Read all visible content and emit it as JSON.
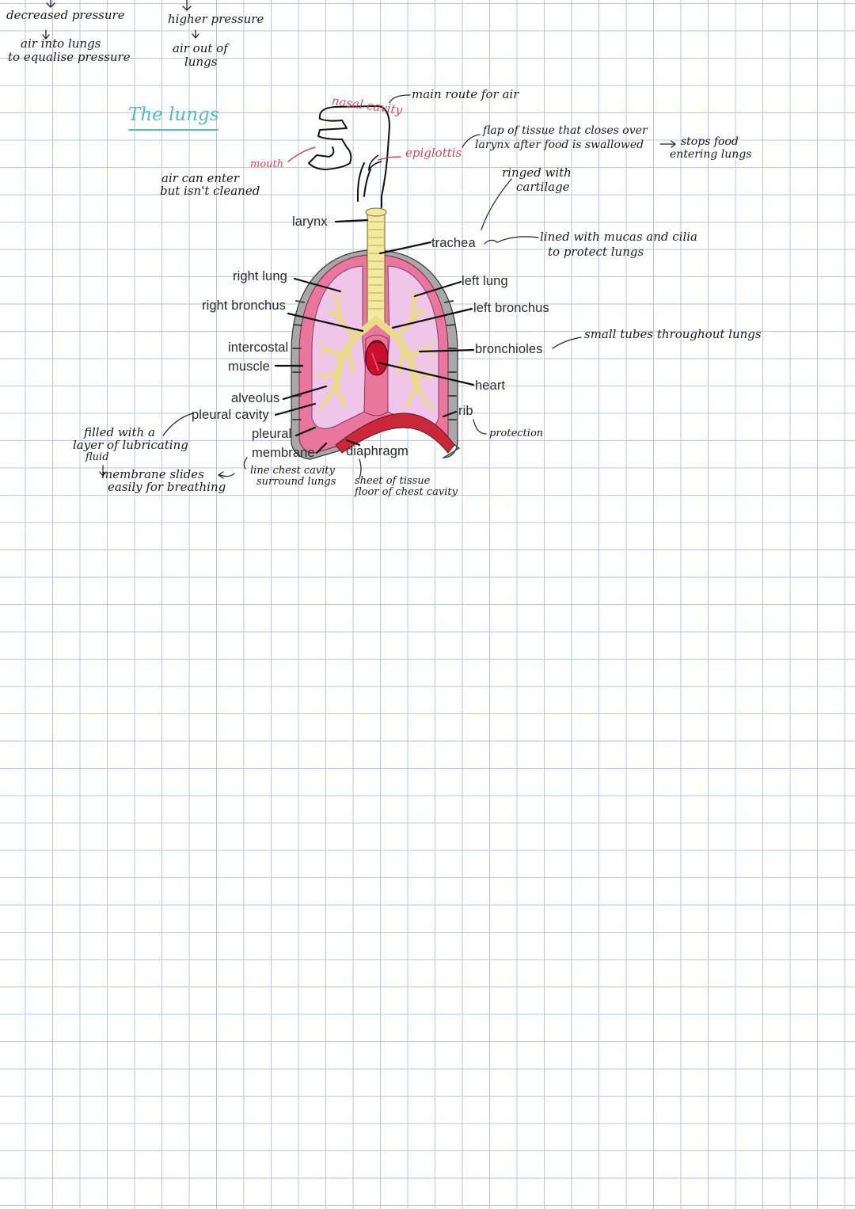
{
  "top_notes": {
    "decreased": "decreased pressure",
    "air_into_1": "air into lungs",
    "air_into_2": "to equalise pressure",
    "higher": "higher pressure",
    "air_out_1": "air out of",
    "air_out_2": "lungs"
  },
  "title": "The lungs",
  "upper_airway": {
    "nasal_cavity": "nasal cavity",
    "nasal_note": "main route for air",
    "mouth": "mouth",
    "mouth_note_1": "air can enter",
    "mouth_note_2": "but isn't cleaned",
    "epiglottis": "epiglottis",
    "epiglottis_note_1": "flap of tissue that closes over",
    "epiglottis_note_2": "larynx after food is swallowed",
    "epiglottis_note_3": "stops food",
    "epiglottis_note_4": "entering lungs"
  },
  "labels": {
    "larynx": "larynx",
    "trachea": "trachea",
    "right_lung": "right lung",
    "left_lung": "left lung",
    "right_bronchus": "right bronchus",
    "left_bronchus": "left bronchus",
    "intercostal_1": "intercostal",
    "intercostal_2": "muscle",
    "bronchioles": "bronchioles",
    "heart": "heart",
    "alveolus": "alveolus",
    "pleural_cavity": "pleural cavity",
    "rib": "rib",
    "pleural_1": "pleural",
    "pleural_2": "membrane",
    "diaphragm": "diaphragm"
  },
  "notes": {
    "trachea_ringed_1": "ringed with",
    "trachea_ringed_2": "cartilage",
    "trachea_lined_1": "lined with mucas and cilia",
    "trachea_lined_2": "to protect lungs",
    "bronchioles_note": "small tubes throughout lungs",
    "rib_note": "protection",
    "pleural_cavity_note_1": "filled with a",
    "pleural_cavity_note_2": "layer of lubricating",
    "pleural_cavity_note_3": "fluid",
    "pleural_cavity_note_4": "membrane slides",
    "pleural_cavity_note_5": "easily for breathing",
    "membrane_note_1": "line chest cavity",
    "membrane_note_2": "surround lungs",
    "diaphragm_note_1": "sheet of tissue",
    "diaphragm_note_2": "floor of chest cavity"
  },
  "colors": {
    "grid": "#b9c7e2",
    "title": "#58b7c4",
    "red_label": "#d24b57",
    "lung_outer": "#e0678f",
    "lung_inner": "#f0c5ea",
    "airway": "#f3e9a0",
    "heart": "#c8102e",
    "diaphragm": "#c8283a"
  }
}
